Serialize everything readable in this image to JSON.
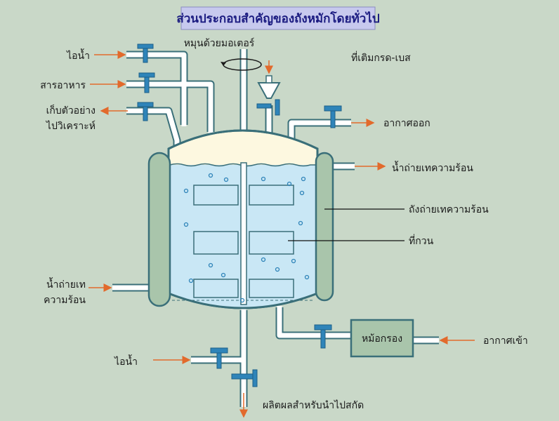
{
  "title": "ส่วนประกอบสำคัญของถังหมักโดยทั่วไป",
  "labels": {
    "steam_top": "ไอน้ำ",
    "nutrient": "สารอาหาร",
    "sample_line1": "เก็บตัวอย่าง",
    "sample_line2": "ไปวิเคราะห์",
    "motor_shaft": "หมุนด้วยมอเตอร์",
    "acid_base": "ที่เติมกรด-เบส",
    "air_out": "อากาศออก",
    "coolant_out": "น้ำถ่ายเทความร้อน",
    "jacket": "ถังถ่ายเทความร้อน",
    "stirrer": "ที่กวน",
    "coolant_in_line1": "น้ำถ่ายเท",
    "coolant_in_line2": "ความร้อน",
    "filter": "หม้อกรอง",
    "air_in": "อากาศเข้า",
    "steam_bottom": "ไอน้ำ",
    "product": "ผลิตผลสำหรับนำไปสกัด"
  },
  "colors": {
    "background": "#c9d8c8",
    "title_box": "#c7c9ee",
    "title_text": "#1a1a80",
    "pipe_fill": "#ffffff",
    "pipe_stroke": "#3a6f79",
    "valve": "#2f84b9",
    "arrow": "#e26a2c",
    "liquid": "#c9e7f5",
    "headspace": "#fdf8e0",
    "jacket_fill": "#a9c5ab",
    "leader": "#111111"
  }
}
